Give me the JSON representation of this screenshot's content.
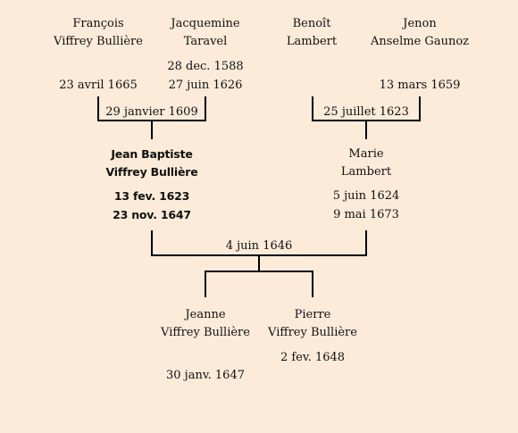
{
  "grandparents": {
    "francois": {
      "first": "François",
      "last": "Viffrey Bullière",
      "birth": "23 avril 1665"
    },
    "jacquemine": {
      "first": "Jacquemine",
      "last": "Taravel",
      "birth": "28 dec. 1588",
      "death": "27 juin 1626"
    },
    "benoit": {
      "first": "Benoît",
      "last": "Lambert"
    },
    "jenon": {
      "first": "Jenon",
      "last": "Anselme Gaunoz",
      "death": "13 mars 1659"
    }
  },
  "marriages": {
    "left": "29 janvier 1609",
    "right": "25 juillet 1623",
    "center": "4 juin 1646"
  },
  "parents": {
    "jean_baptiste": {
      "first": "Jean Baptiste",
      "last": "Viffrey Bullière",
      "birth": "13 fev. 1623",
      "death": "23 nov. 1647"
    },
    "marie": {
      "first": "Marie",
      "last": "Lambert",
      "birth": "5 juin 1624",
      "death": "9 mai 1673"
    }
  },
  "children": {
    "jeanne": {
      "first": "Jeanne",
      "last": "Viffrey Bullière",
      "date": "30 janv. 1647"
    },
    "pierre": {
      "first": "Pierre",
      "last": "Viffrey Bullière",
      "date": "2 fev. 1648"
    }
  }
}
